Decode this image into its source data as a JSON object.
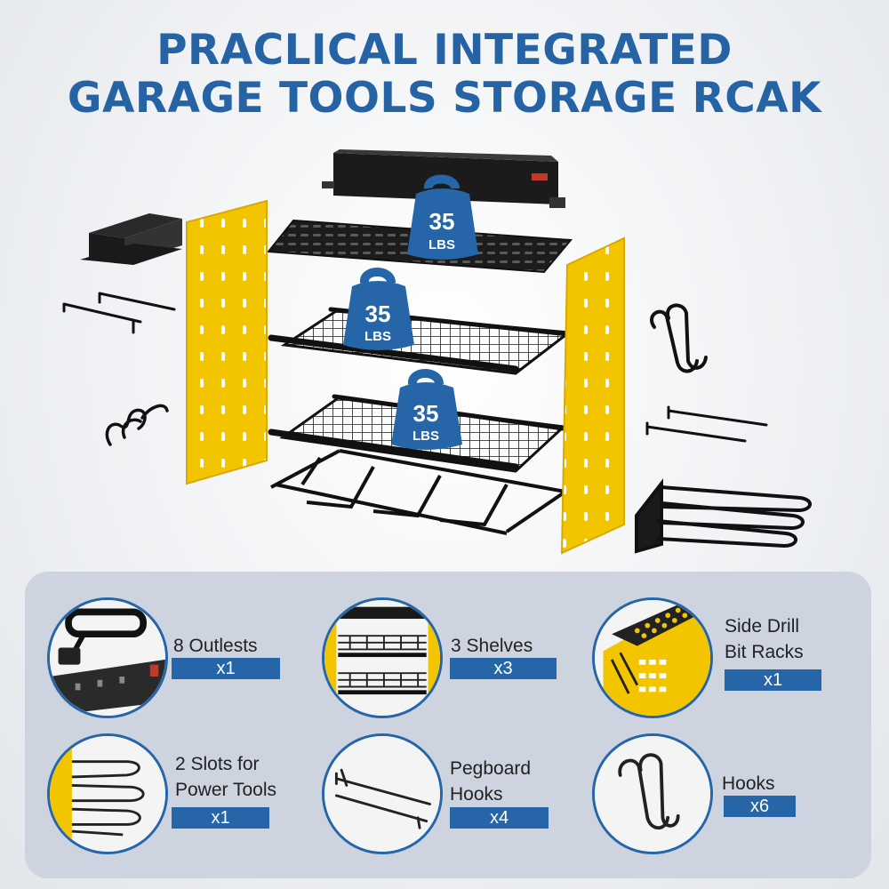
{
  "title": {
    "line1": "PRACLICAL INTEGRATED",
    "line2": "GARAGE TOOLS STORAGE RCAK"
  },
  "weight_badges": [
    {
      "number": "35",
      "unit": "LBS"
    },
    {
      "number": "35",
      "unit": "LBS"
    },
    {
      "number": "35",
      "unit": "LBS"
    }
  ],
  "features": [
    {
      "label_lines": [
        "8 Outlests"
      ],
      "qty": "x1",
      "icon": "power-strip-icon"
    },
    {
      "label_lines": [
        "3 Shelves"
      ],
      "qty": "x3",
      "icon": "shelves-icon"
    },
    {
      "label_lines": [
        "Side Drill",
        "Bit Racks"
      ],
      "qty": "x1",
      "icon": "drill-bit-rack-icon"
    },
    {
      "label_lines": [
        "2 Slots for",
        "Power Tools"
      ],
      "qty": "x1",
      "icon": "power-tool-slots-icon"
    },
    {
      "label_lines": [
        "Pegboard",
        "Hooks"
      ],
      "qty": "x4",
      "icon": "pegboard-hook-icon"
    },
    {
      "label_lines": [
        "Hooks"
      ],
      "qty": "x6",
      "icon": "s-hook-icon"
    }
  ],
  "colors": {
    "title_blue": "#2563a4",
    "accent_blue": "#2565a8",
    "panel_yellow": "#f2c500",
    "panel_background": "#cdd3df"
  }
}
